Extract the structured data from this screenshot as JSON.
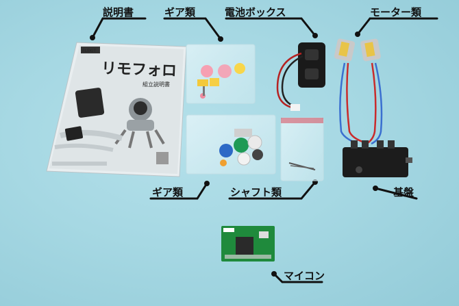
{
  "labels": {
    "manual": "説明書",
    "gears_top": "ギア類",
    "battery_box": "電池ボックス",
    "motors": "モーター類",
    "gears_bottom": "ギア類",
    "shafts": "シャフト類",
    "board": "基盤",
    "microcontroller": "マイコン"
  },
  "manual_cover": {
    "brand": "ELEKIT",
    "title": "リモフォロ",
    "subtitle": "組立説明書"
  },
  "colors": {
    "background": "#a6d8e3",
    "label_text": "#111111",
    "pcb_green": "#1f8a3c",
    "pcb_black": "#1c1c1c"
  }
}
